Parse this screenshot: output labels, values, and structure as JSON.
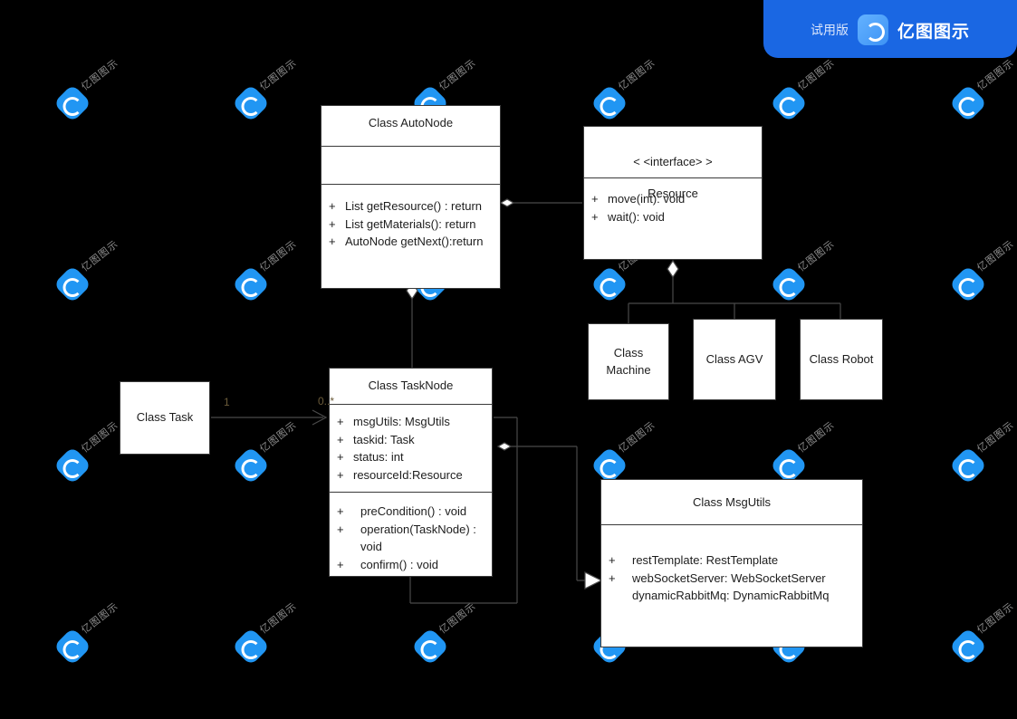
{
  "banner": {
    "trial_label": "试用版",
    "brand": "亿图图示",
    "logo_icon": "edraw-logo-icon",
    "color": "#1a67e3"
  },
  "watermark": {
    "text": "亿图图示",
    "logo_icon": "edraw-watermark-icon",
    "color": "#2196f3"
  },
  "canvas": {
    "background": "#000000",
    "box_fill": "#ffffff",
    "box_stroke": "#3a3a3a"
  },
  "classes": {
    "auto_node": {
      "title": "Class AutoNode",
      "attributes": [],
      "methods": [
        {
          "visibility": "+",
          "text": "List getResource() : return"
        },
        {
          "visibility": "+",
          "text": "List getMaterials(): return"
        },
        {
          "visibility": "+",
          "text": "AutoNode getNext():return"
        }
      ]
    },
    "resource": {
      "stereotype": "< <interface> >",
      "title": "Resource",
      "methods": [
        {
          "visibility": "+",
          "text": "move(int): void"
        },
        {
          "visibility": "+",
          "text": "wait(): void"
        }
      ]
    },
    "machine": {
      "title": "Class\nMachine"
    },
    "agv": {
      "title": "Class AGV"
    },
    "robot": {
      "title": "Class Robot"
    },
    "task": {
      "title": "Class Task"
    },
    "task_node": {
      "title": "Class TaskNode",
      "attributes": [
        {
          "visibility": "+",
          "text": "msgUtils: MsgUtils"
        },
        {
          "visibility": "+",
          "text": "taskid: Task"
        },
        {
          "visibility": "+",
          "text": "status: int"
        },
        {
          "visibility": "+",
          "text": "resourceId:Resource"
        }
      ],
      "methods": [
        {
          "visibility": "+",
          "text": "preCondition() : void"
        },
        {
          "visibility": "+",
          "text": "operation(TaskNode) :\nvoid"
        },
        {
          "visibility": "+",
          "text": "confirm() : void"
        }
      ]
    },
    "msg_utils": {
      "title": "Class MsgUtils",
      "attributes": [
        {
          "visibility": "+",
          "text": "restTemplate: RestTemplate"
        },
        {
          "visibility": "+",
          "text": "webSocketServer: WebSocketServer"
        },
        {
          "visibility": "",
          "text": "dynamicRabbitMq: DynamicRabbitMq"
        }
      ]
    }
  },
  "relationships": {
    "task_to_tasknode_source": "1",
    "task_to_tasknode_target": "0..*"
  }
}
